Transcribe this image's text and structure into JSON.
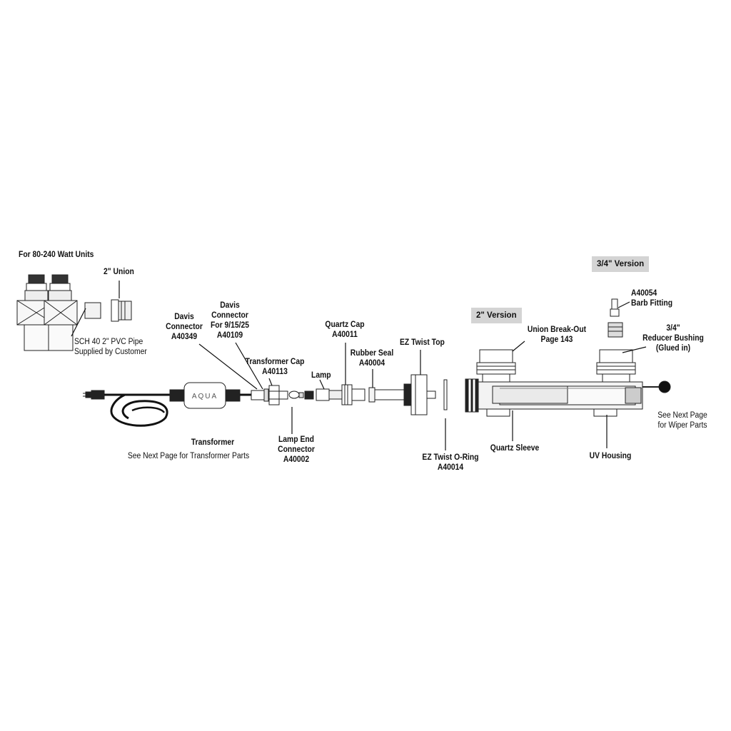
{
  "labels": {
    "watt_units": "For 80-240 Watt Units",
    "union_2in": "2\" Union",
    "pvc_pipe": "SCH 40 2\" PVC Pipe\nSupplied by Customer",
    "davis_a40349": "Davis\nConnector\nA40349",
    "davis_a40109": "Davis\nConnector\nFor 9/15/25\nA40109",
    "transformer_cap": "Transformer Cap\nA40113",
    "quartz_cap": "Quartz Cap\nA40011",
    "lamp": "Lamp",
    "rubber_seal": "Rubber Seal\nA40004",
    "ez_twist_top": "EZ Twist Top",
    "version_2in": "2\" Version",
    "version_34": "3/4\" Version",
    "union_breakout": "Union Break-Out\nPage 143",
    "a40054": "A40054\nBarb Fitting",
    "reducer_bushing": "3/4\"\nReducer Bushing\n(Glued in)",
    "transformer": "Transformer",
    "transformer_parts": "See Next Page for Transformer Parts",
    "lamp_end_connector": "Lamp End\nConnector\nA40002",
    "ez_twist_oring": "EZ Twist O-Ring\nA40014",
    "quartz_sleeve": "Quartz Sleeve",
    "uv_housing": "UV Housing",
    "wiper_parts": "See Next Page\nfor Wiper Parts",
    "brand_logo": "AQUA"
  }
}
